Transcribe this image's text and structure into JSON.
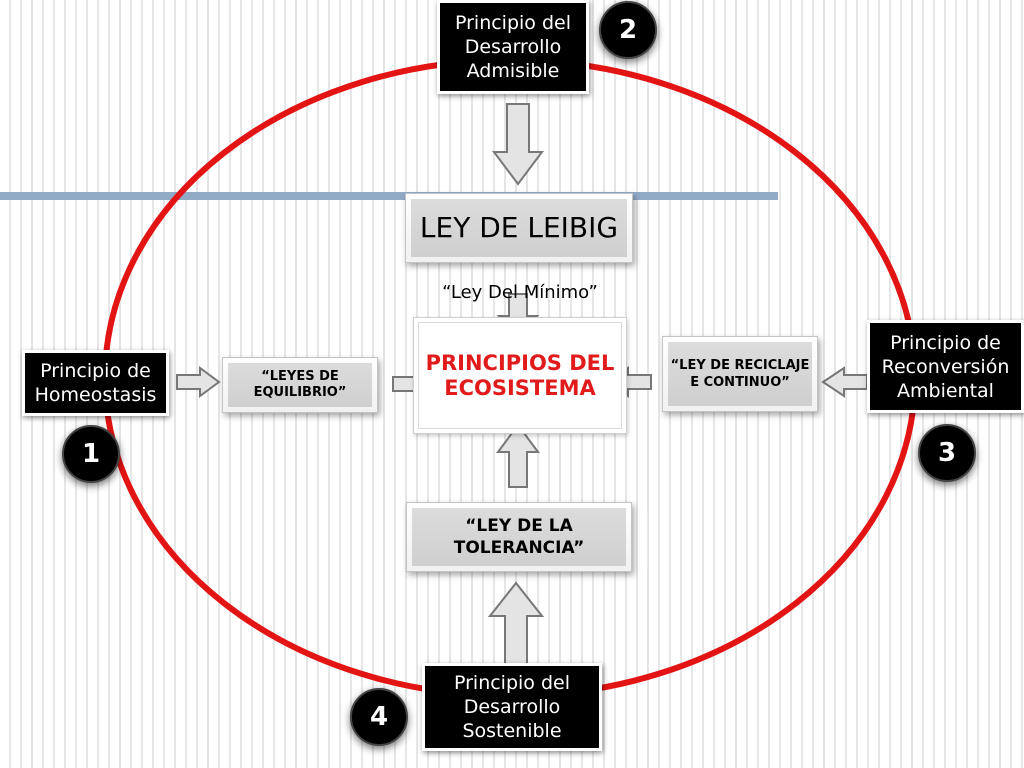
{
  "diagram": {
    "ring_color": "#e31414",
    "accent_line_color": "#91aac6",
    "center_text_color": "#e11b1b",
    "center": {
      "title": "PRINCIPIOS DEL ECOSISTEMA"
    },
    "leibig": {
      "title": "LEY DE LEIBIG",
      "subtitle": "“Ley Del Mínimo”"
    },
    "laws": {
      "equilibrio": "“LEYES DE EQUILIBRIO”",
      "reciclaje": "“LEY DE RECICLAJE E CONTINUO”",
      "tolerancia": "“LEY DE LA TOLERANCIA”"
    },
    "principles": [
      {
        "number": "1",
        "label": "Principio de Homeostasis"
      },
      {
        "number": "2",
        "label": "Principio del Desarrollo Admisible"
      },
      {
        "number": "3",
        "label": "Principio de Reconversión Ambiental"
      },
      {
        "number": "4",
        "label": "Principio del Desarrollo Sostenible"
      }
    ]
  }
}
